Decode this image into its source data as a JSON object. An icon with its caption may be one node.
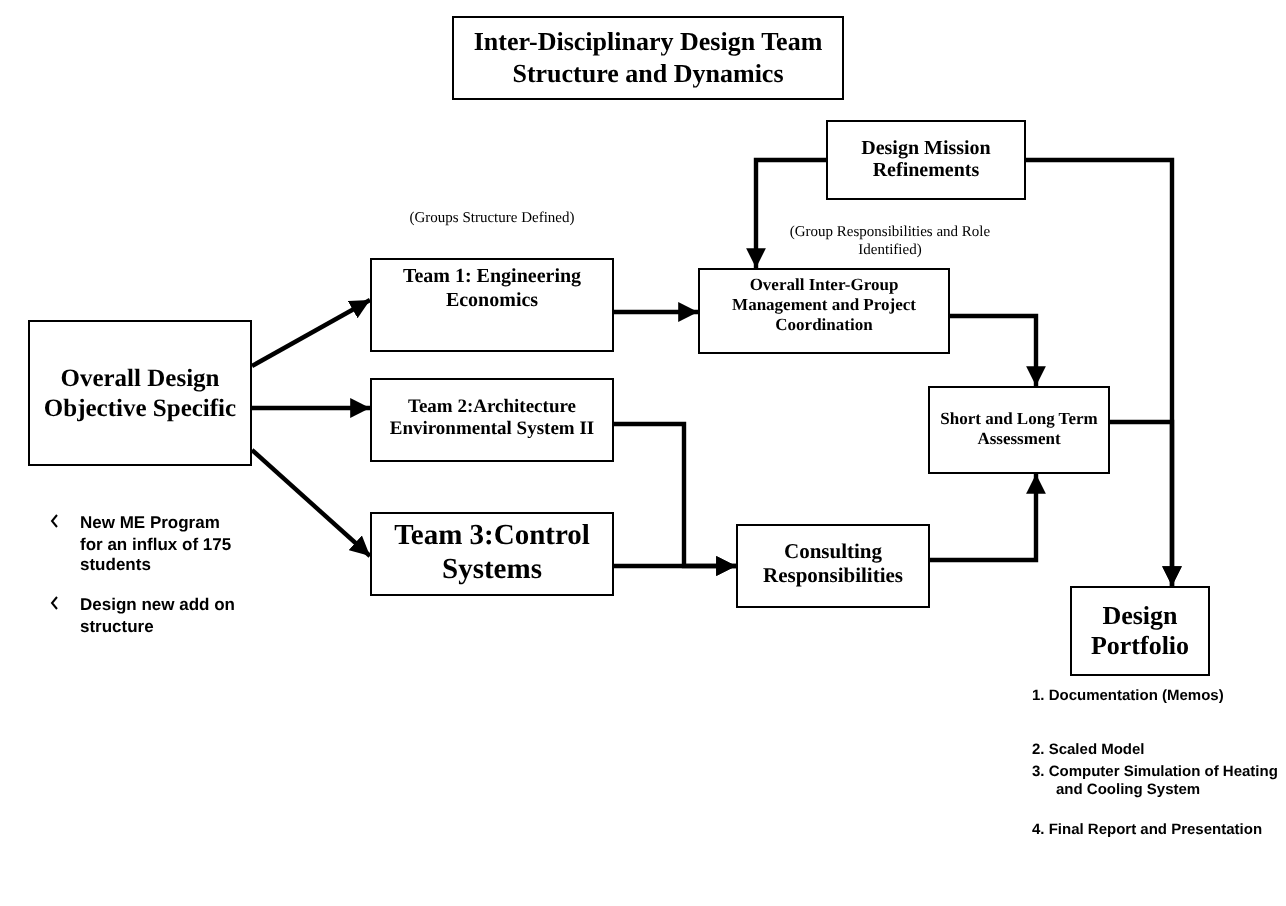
{
  "diagram": {
    "title": "Inter-Disciplinary Design Team Structure and Dynamics",
    "nodes": [
      {
        "text": [
          "Design Mission Refinements"
        ]
      },
      {
        "text": [
          "Overall Design Objective Specific"
        ]
      },
      {
        "text": [
          "Team 1: Engineering Economics"
        ]
      },
      {
        "text": [
          "Team 2:Architecture Environmental System II"
        ]
      },
      {
        "text": [
          "Team 3:Control Systems"
        ]
      },
      {
        "text": [
          "Overall Inter-Group Management and Project Coordination"
        ]
      },
      {
        "text": [
          "Short and Long Term Assessment"
        ]
      },
      {
        "text": [
          "Consulting Responsibilities"
        ]
      },
      {
        "text": [
          "Design Portfolio"
        ]
      }
    ],
    "edges": [
      {
        "from": 1,
        "to": 2,
        "arrow": "to"
      },
      {
        "from": 1,
        "to": 3,
        "arrow": "to"
      },
      {
        "from": 1,
        "to": 4,
        "arrow": "to"
      },
      {
        "from": 2,
        "to": 5,
        "arrow": "to"
      },
      {
        "from": 3,
        "to": 7,
        "arrow": "to"
      },
      {
        "from": 4,
        "to": 7,
        "arrow": "to"
      },
      {
        "from": 0,
        "to": 5,
        "arrow": "to"
      },
      {
        "from": 0,
        "to": 8,
        "arrow": "to"
      },
      {
        "from": 5,
        "to": 6,
        "arrow": "to"
      },
      {
        "from": 7,
        "to": 6,
        "arrow": "to"
      },
      {
        "from": 6,
        "to": 8,
        "arrow": "to"
      }
    ],
    "labels": [
      "(Groups Structure Defined)",
      "(Group Responsibilities and Role Identified)",
      "New ME Program for an influx of 175 students",
      "Design new add on structure",
      "1. Documentation (Memos)",
      "2. Scaled Model",
      "3. Computer Simulation of Heating and Cooling System",
      "4. Final Report and Presentation"
    ]
  }
}
